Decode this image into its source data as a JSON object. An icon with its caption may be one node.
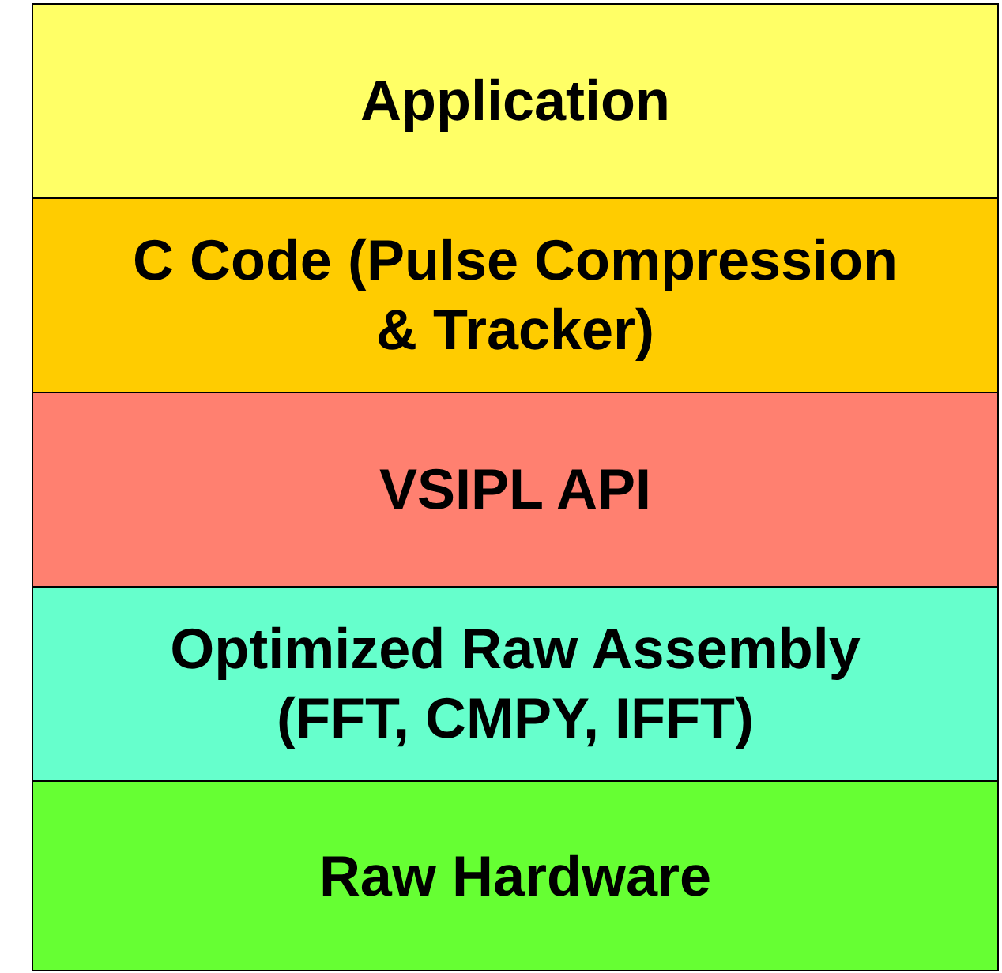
{
  "diagram": {
    "nodes": [
      {
        "text": [
          "Application"
        ]
      },
      {
        "text": [
          "C Code (Pulse Compression & Tracker)"
        ]
      },
      {
        "text": [
          "VSIPL API"
        ]
      },
      {
        "text": [
          "Optimized Raw Assembly (FFT, CMPY, IFFT)"
        ]
      },
      {
        "text": [
          "Raw Hardware"
        ]
      }
    ]
  }
}
